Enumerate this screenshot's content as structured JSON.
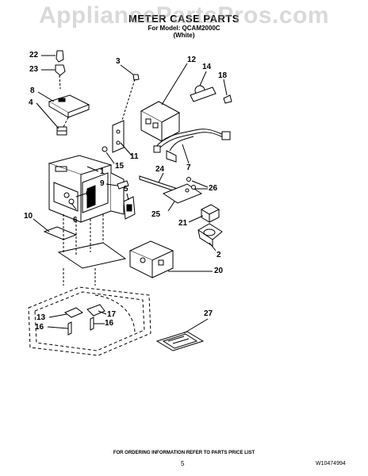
{
  "watermark": "AppliancePartsPros.com",
  "header": {
    "title": "METER CASE PARTS",
    "model_line": "For Model: QCAM2000C",
    "color": "(White)"
  },
  "callouts": {
    "c22": "22",
    "c23": "23",
    "c8": "8",
    "c4": "4",
    "c3": "3",
    "c12": "12",
    "c14": "14",
    "c18": "18",
    "c11": "11",
    "c15": "15",
    "c1": "1",
    "c9": "9",
    "c6a": "6",
    "c6b": "6",
    "c5": "5",
    "c24": "24",
    "c26": "26",
    "c7": "7",
    "c25": "25",
    "c21": "21",
    "c10": "10",
    "c2": "2",
    "c20": "20",
    "c27": "27",
    "c13": "13",
    "c16a": "16",
    "c17": "17",
    "c16b": "16"
  },
  "footer": {
    "note": "FOR ORDERING INFORMATION REFER TO PARTS PRICE LIST",
    "page": "5",
    "doc_number": "W10474994"
  }
}
